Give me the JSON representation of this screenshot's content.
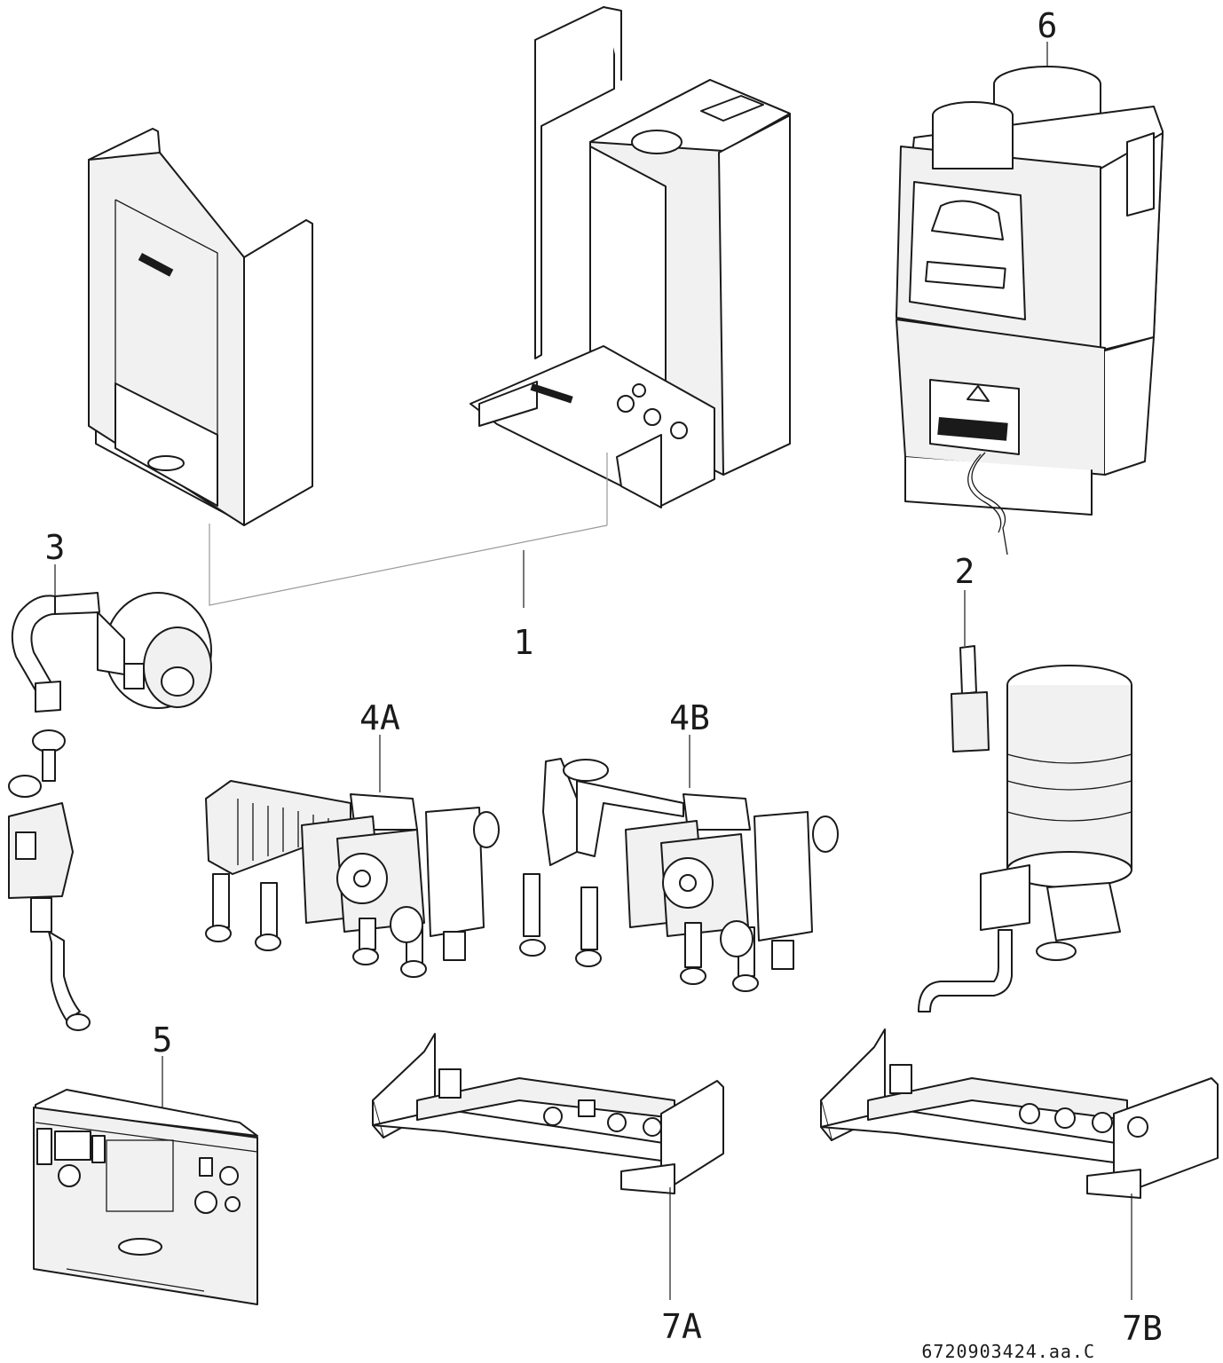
{
  "callouts": {
    "c1": "1",
    "c2": "2",
    "c3": "3",
    "c4a": "4A",
    "c4b": "4B",
    "c5": "5",
    "c6": "6",
    "c7a": "7A",
    "c7b": "7B"
  },
  "reference_code": "6720903424.aa.C"
}
